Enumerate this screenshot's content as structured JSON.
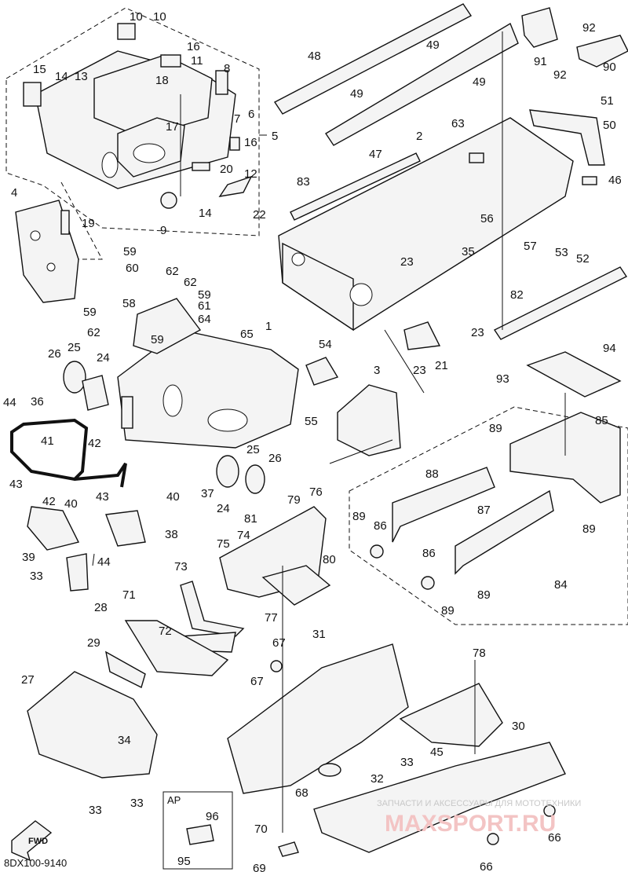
{
  "diagram": {
    "code": "8DX100-9140",
    "inset_label": "AP",
    "direction_label": "FWD",
    "watermark": "ЗАПЧАСТИ И АКСЕССУАРЫ ДЛЯ МОТОТЕХНИКИ",
    "watermark_logo": "MAXSPORT.RU"
  },
  "callouts": [
    "1",
    "2",
    "3",
    "4",
    "5",
    "6",
    "7",
    "8",
    "9",
    "10",
    "11",
    "12",
    "13",
    "14",
    "15",
    "16",
    "17",
    "18",
    "19",
    "20",
    "21",
    "22",
    "23",
    "24",
    "25",
    "26",
    "27",
    "28",
    "29",
    "30",
    "31",
    "32",
    "33",
    "34",
    "35",
    "36",
    "37",
    "38",
    "39",
    "40",
    "41",
    "42",
    "43",
    "44",
    "45",
    "46",
    "47",
    "48",
    "49",
    "50",
    "51",
    "52",
    "53",
    "54",
    "55",
    "56",
    "57",
    "58",
    "59",
    "60",
    "61",
    "62",
    "63",
    "64",
    "65",
    "66",
    "67",
    "68",
    "69",
    "70",
    "71",
    "72",
    "73",
    "74",
    "75",
    "76",
    "77",
    "78",
    "79",
    "80",
    "81",
    "82",
    "83",
    "84",
    "85",
    "86",
    "87",
    "88",
    "89",
    "90",
    "91",
    "92",
    "93",
    "94",
    "95",
    "96"
  ]
}
